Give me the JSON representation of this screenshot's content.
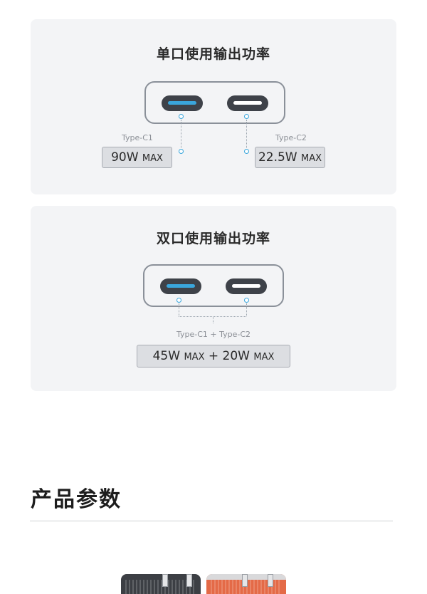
{
  "single_port": {
    "title": "单口使用输出功率",
    "port1_label": "Type-C1",
    "port2_label": "Type-C2",
    "port1_value": "90W",
    "port2_value": "22.5W",
    "max_suffix": "MAX",
    "port1_color": "#3aa6dc",
    "port2_color": "#ffffff"
  },
  "dual_port": {
    "title": "双口使用输出功率",
    "combined_label": "Type-C1 + Type-C2",
    "value1": "45W",
    "max_suffix1": "MAX",
    "plus": "+",
    "value2": "20W",
    "max_suffix2": "MAX"
  },
  "specs": {
    "title": "产品参数"
  },
  "colors": {
    "card_bg": "#f3f4f6",
    "accent": "#3aa6dc",
    "product_dark": "#3c3f44",
    "product_orange": "#e46a47"
  }
}
